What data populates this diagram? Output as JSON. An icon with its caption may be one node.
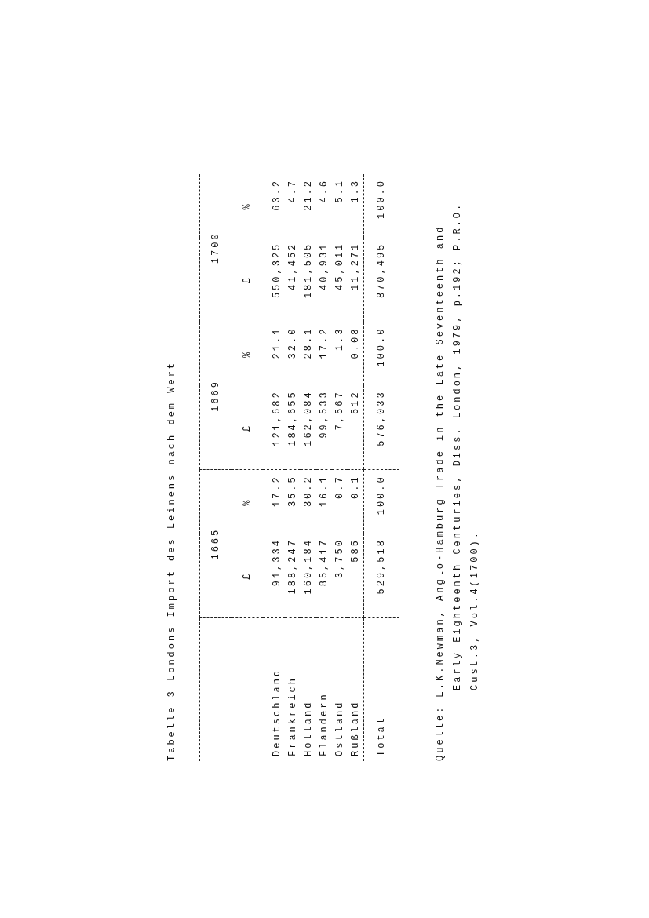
{
  "diagram": {
    "title": "Tabelle 3  Londons Import des Leinens nach dem Wert",
    "caption": "Quelle: E.K.Newman, Anglo-Hamburg Trade in the Late Seventeenth and Early Eighteenth Centuries, Diss. London, 1979, p.192; P.R.O. Cust.3, Vol.4(1700).",
    "labels": [
      "1665",
      "1669",
      "1700",
      "£",
      "%",
      "£",
      "%",
      "£",
      "%",
      "Deutschland",
      "91,334",
      "17.2",
      "121,682",
      "21.1",
      "550,325",
      "63.2",
      "Frankreich",
      "188,247",
      "35.5",
      "184,655",
      "32.0",
      "41,452",
      "4.7",
      "Holland",
      "160,184",
      "30.2",
      "162,084",
      "28.1",
      "181,505",
      "21.2",
      "Flandern",
      "85,417",
      "16.1",
      "99,533",
      "17.2",
      "40,931",
      "4.6",
      "Ostland",
      "3,750",
      "0.7",
      "7,567",
      "1.3",
      "45,011",
      "5.1",
      "Rußland",
      "585",
      "0.1",
      "512",
      "0.08",
      "11,271",
      "1.3",
      "Total",
      "529,518",
      "100.0",
      "576,033",
      "100.0",
      "870,495",
      "100.0"
    ]
  }
}
